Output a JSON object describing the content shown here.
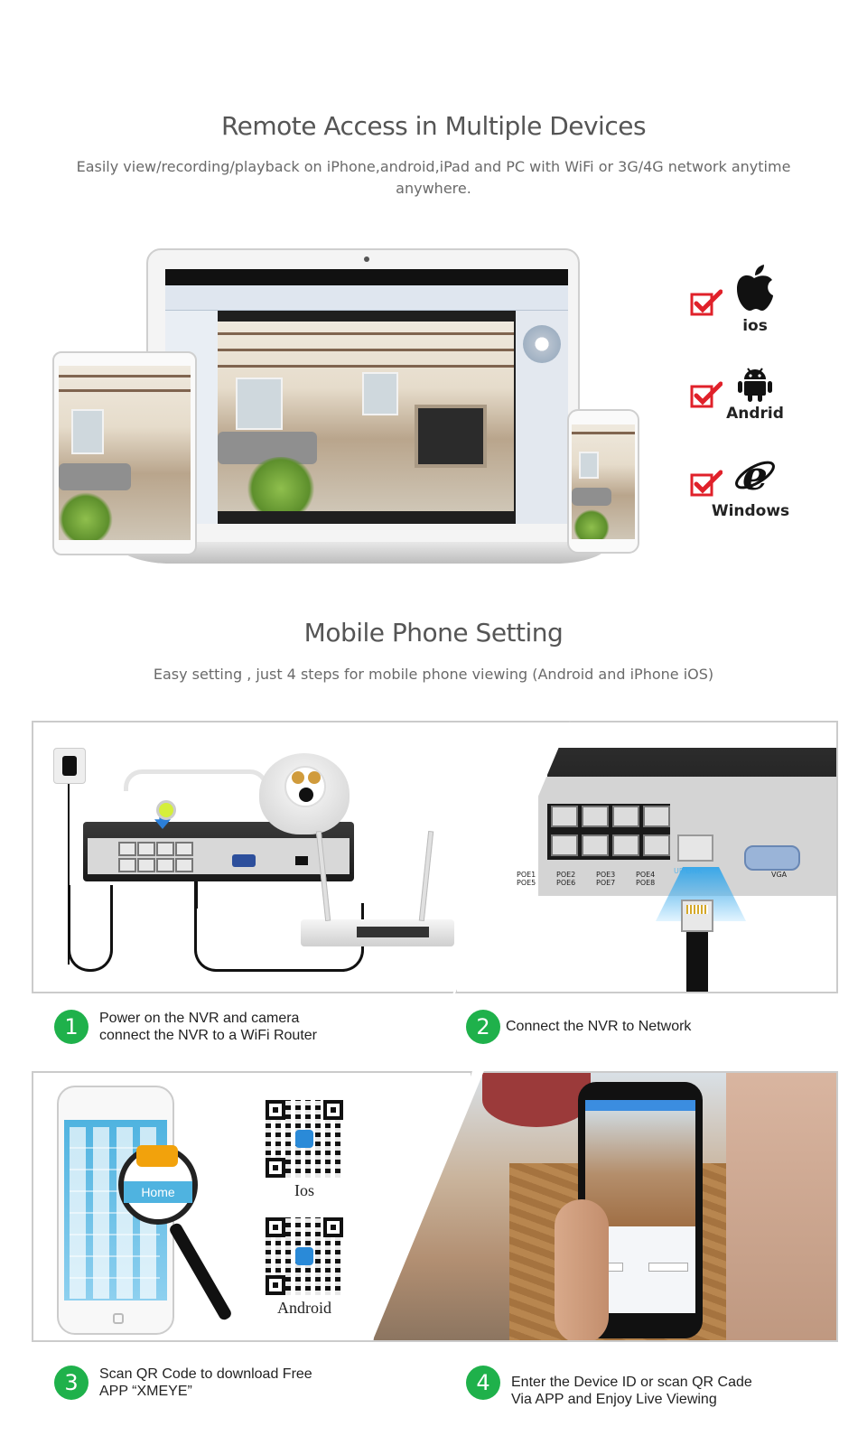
{
  "section1": {
    "title": "Remote Access in Multiple Devices",
    "subtitle": "Easily view/recording/playback on iPhone,android,iPad and PC with WiFi or 3G/4G network anytime anywhere."
  },
  "os_support": [
    {
      "label": "ios",
      "icon": "apple-icon"
    },
    {
      "label": "Andrid",
      "icon": "android-icon"
    },
    {
      "label": "Windows",
      "icon": "internet-explorer-icon"
    }
  ],
  "section2": {
    "title": "Mobile Phone Setting",
    "subtitle": "Easy setting , just 4 steps for mobile phone viewing (Android and iPhone iOS)"
  },
  "steps": [
    {
      "number": "1",
      "text": "Power on the NVR and camera\nconnect the NVR to a WiFi Router"
    },
    {
      "number": "2",
      "text": "Connect the NVR to Network"
    },
    {
      "number": "3",
      "text": "Scan QR Code to download Free\nAPP “XMEYE”"
    },
    {
      "number": "4",
      "text": "Enter the Device ID or scan QR Cade\nVia APP and Enjoy Live  Viewing"
    }
  ],
  "qr_codes": [
    {
      "label": "Ios"
    },
    {
      "label": "Android"
    }
  ],
  "magnifier_label": "Home",
  "nvr_ports": {
    "poe_top": [
      "POE1",
      "POE2",
      "POE3",
      "POE4"
    ],
    "poe_bottom": [
      "POE5",
      "POE6",
      "POE7",
      "POE8"
    ],
    "uplink": "UP LINK",
    "vga": "VGA"
  },
  "colors": {
    "step_green": "#1fb14b",
    "check_red": "#e0212a"
  }
}
